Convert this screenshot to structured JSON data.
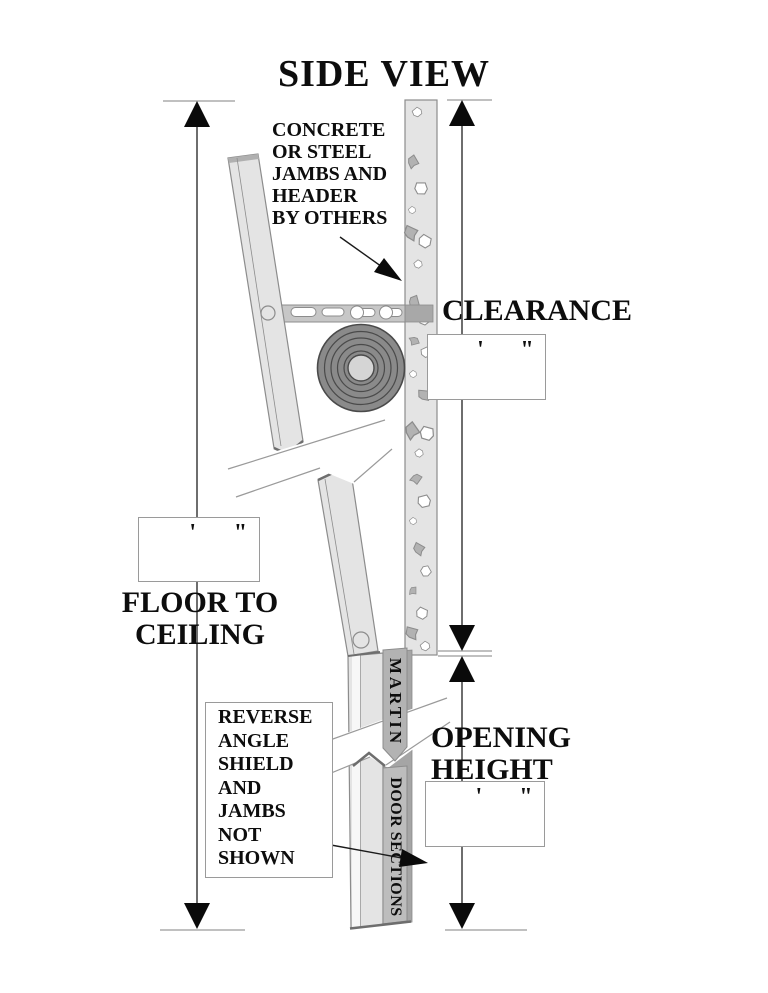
{
  "title": "SIDE VIEW",
  "notes": {
    "jambs_note": {
      "lines": [
        "CONCRETE",
        "OR STEEL",
        "JAMBS AND",
        "HEADER",
        "BY OTHERS"
      ]
    },
    "shield_note": {
      "lines": [
        "REVERSE",
        "ANGLE",
        "SHIELD",
        "AND",
        "JAMBS",
        "NOT",
        "SHOWN"
      ]
    }
  },
  "dimensions": {
    "clearance": {
      "label": "CLEARANCE",
      "feet_mark": "'",
      "inches_mark": "\"",
      "value": ""
    },
    "floor_to_ceiling": {
      "label_lines": [
        "FLOOR TO",
        "CEILING"
      ],
      "feet_mark": "'",
      "inches_mark": "\"",
      "value": ""
    },
    "opening_height": {
      "label_lines": [
        "OPENING",
        "HEIGHT"
      ],
      "feet_mark": "'",
      "inches_mark": "\"",
      "value": ""
    }
  },
  "door": {
    "brand_label": "MARTIN",
    "sections_label": "DOOR SECTIONS"
  },
  "colors": {
    "structure_light": "#e4e4e4",
    "bracket_gray": "#c7c7c7",
    "banner_gray": "#b3b3b3",
    "coil_gray": "#8a8a8a",
    "outline_gray": "#8c8c8c",
    "dimension_black": "#0a0a0a"
  }
}
